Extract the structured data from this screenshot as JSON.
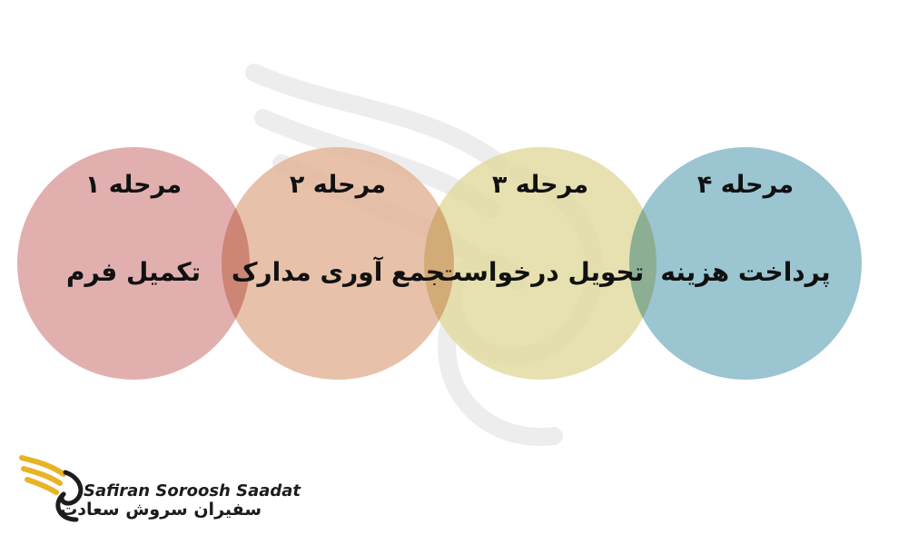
{
  "stages": [
    {
      "title": "مرحله ۱",
      "description": "تکمیل فرم",
      "color": "#dc9e9e"
    },
    {
      "title": "مرحله ۲",
      "description": "جمع آوری مدارک",
      "color": "#e2b396"
    },
    {
      "title": "مرحله ۳",
      "description": "تحویل درخواست",
      "color": "#e2dba0"
    },
    {
      "title": "مرحله ۴",
      "description": "پرداخت هزینه",
      "color": "#84b8c7"
    }
  ],
  "logo": {
    "name_en": "Safiran Soroosh Saadat",
    "name_fa": "سفیران سروش سعادت",
    "accent": "#e8b425"
  }
}
